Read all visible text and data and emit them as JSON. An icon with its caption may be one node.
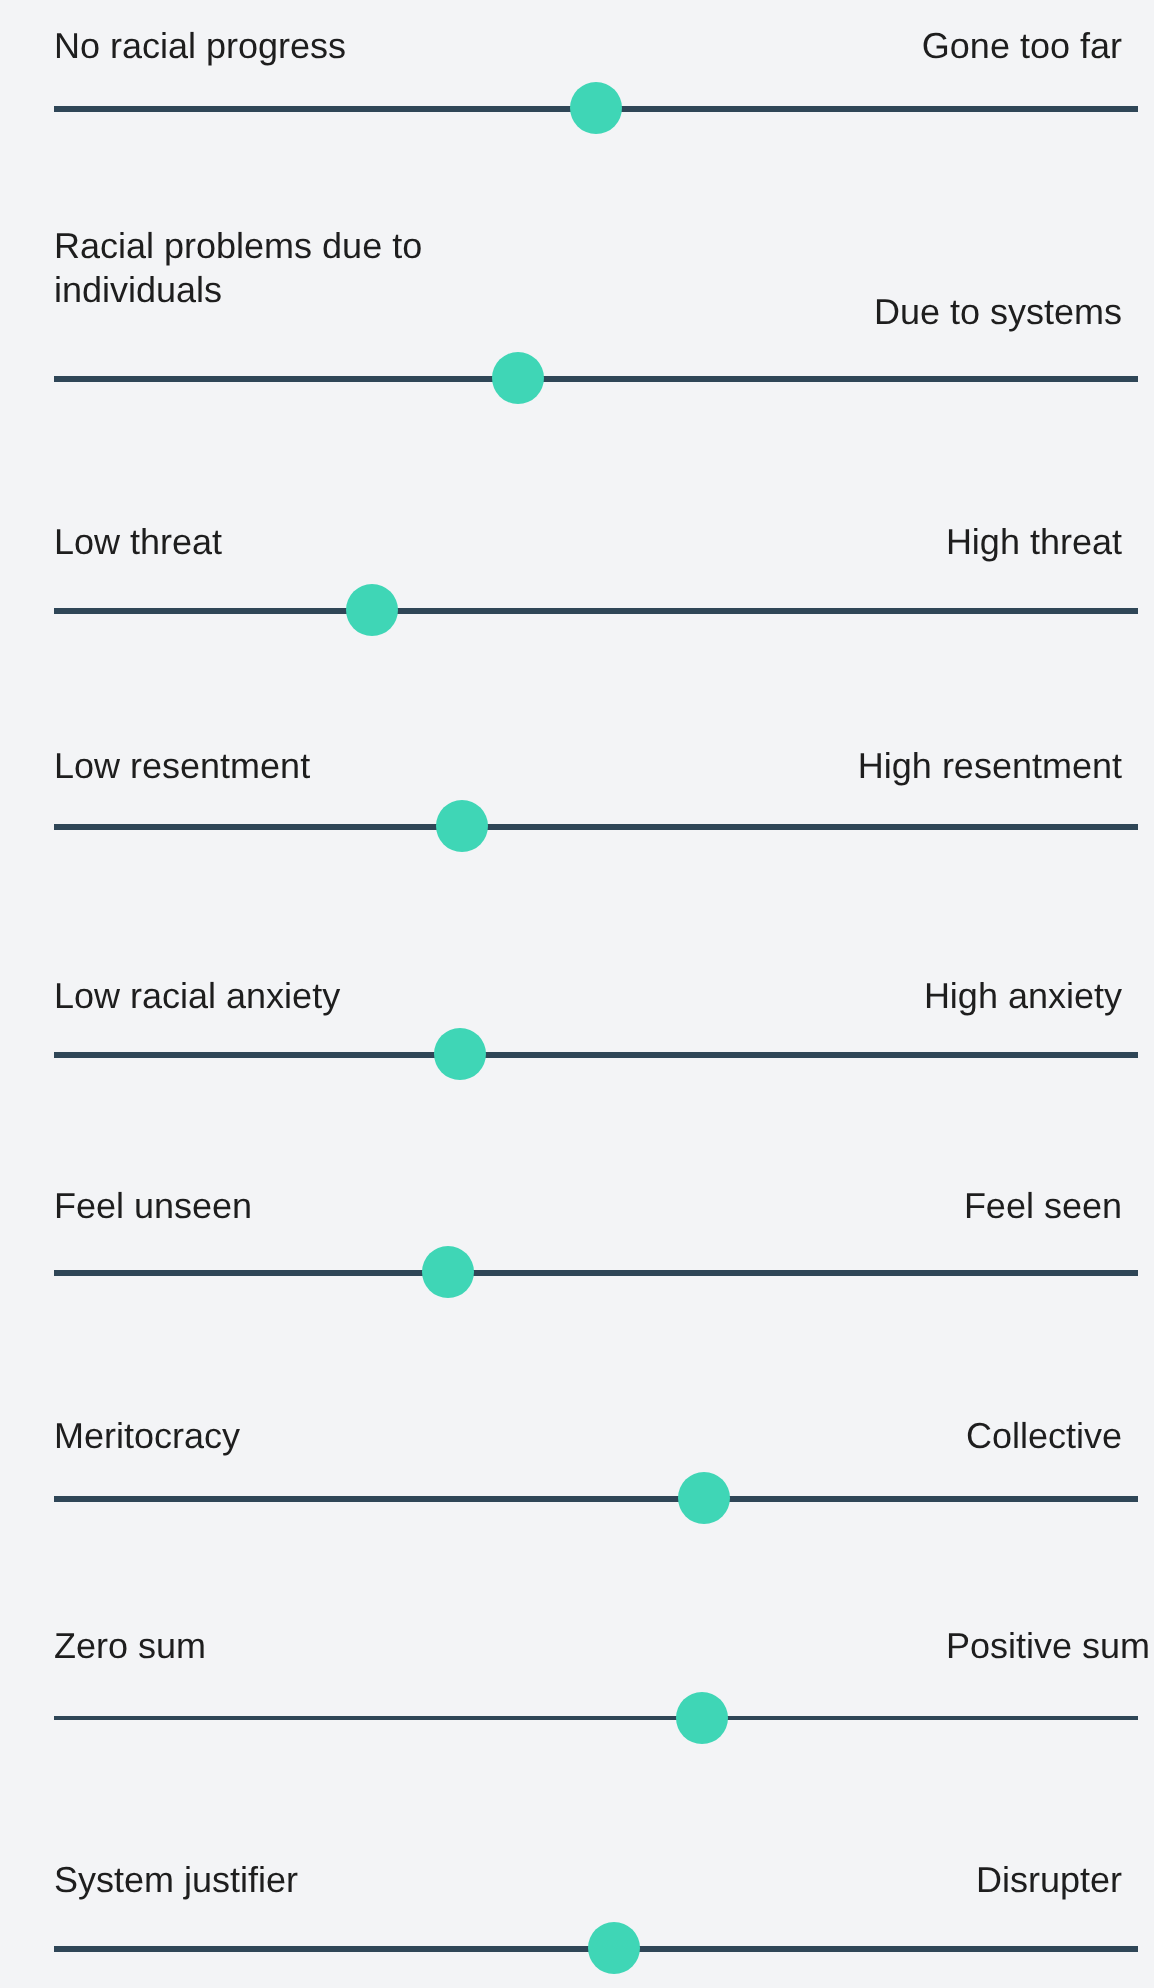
{
  "diagram": {
    "labels": [
      "No racial progress",
      "Gone too far",
      "Racial problems due to individuals",
      "Due to systems",
      "Low threat",
      "High threat",
      "Low resentment",
      "High resentment",
      "Low racial anxiety",
      "High anxiety",
      "Feel unseen",
      "Feel seen",
      "Meritocracy",
      "Collective",
      "Zero sum",
      "Positive sum",
      "System justifier",
      "Disrupter"
    ]
  }
}
